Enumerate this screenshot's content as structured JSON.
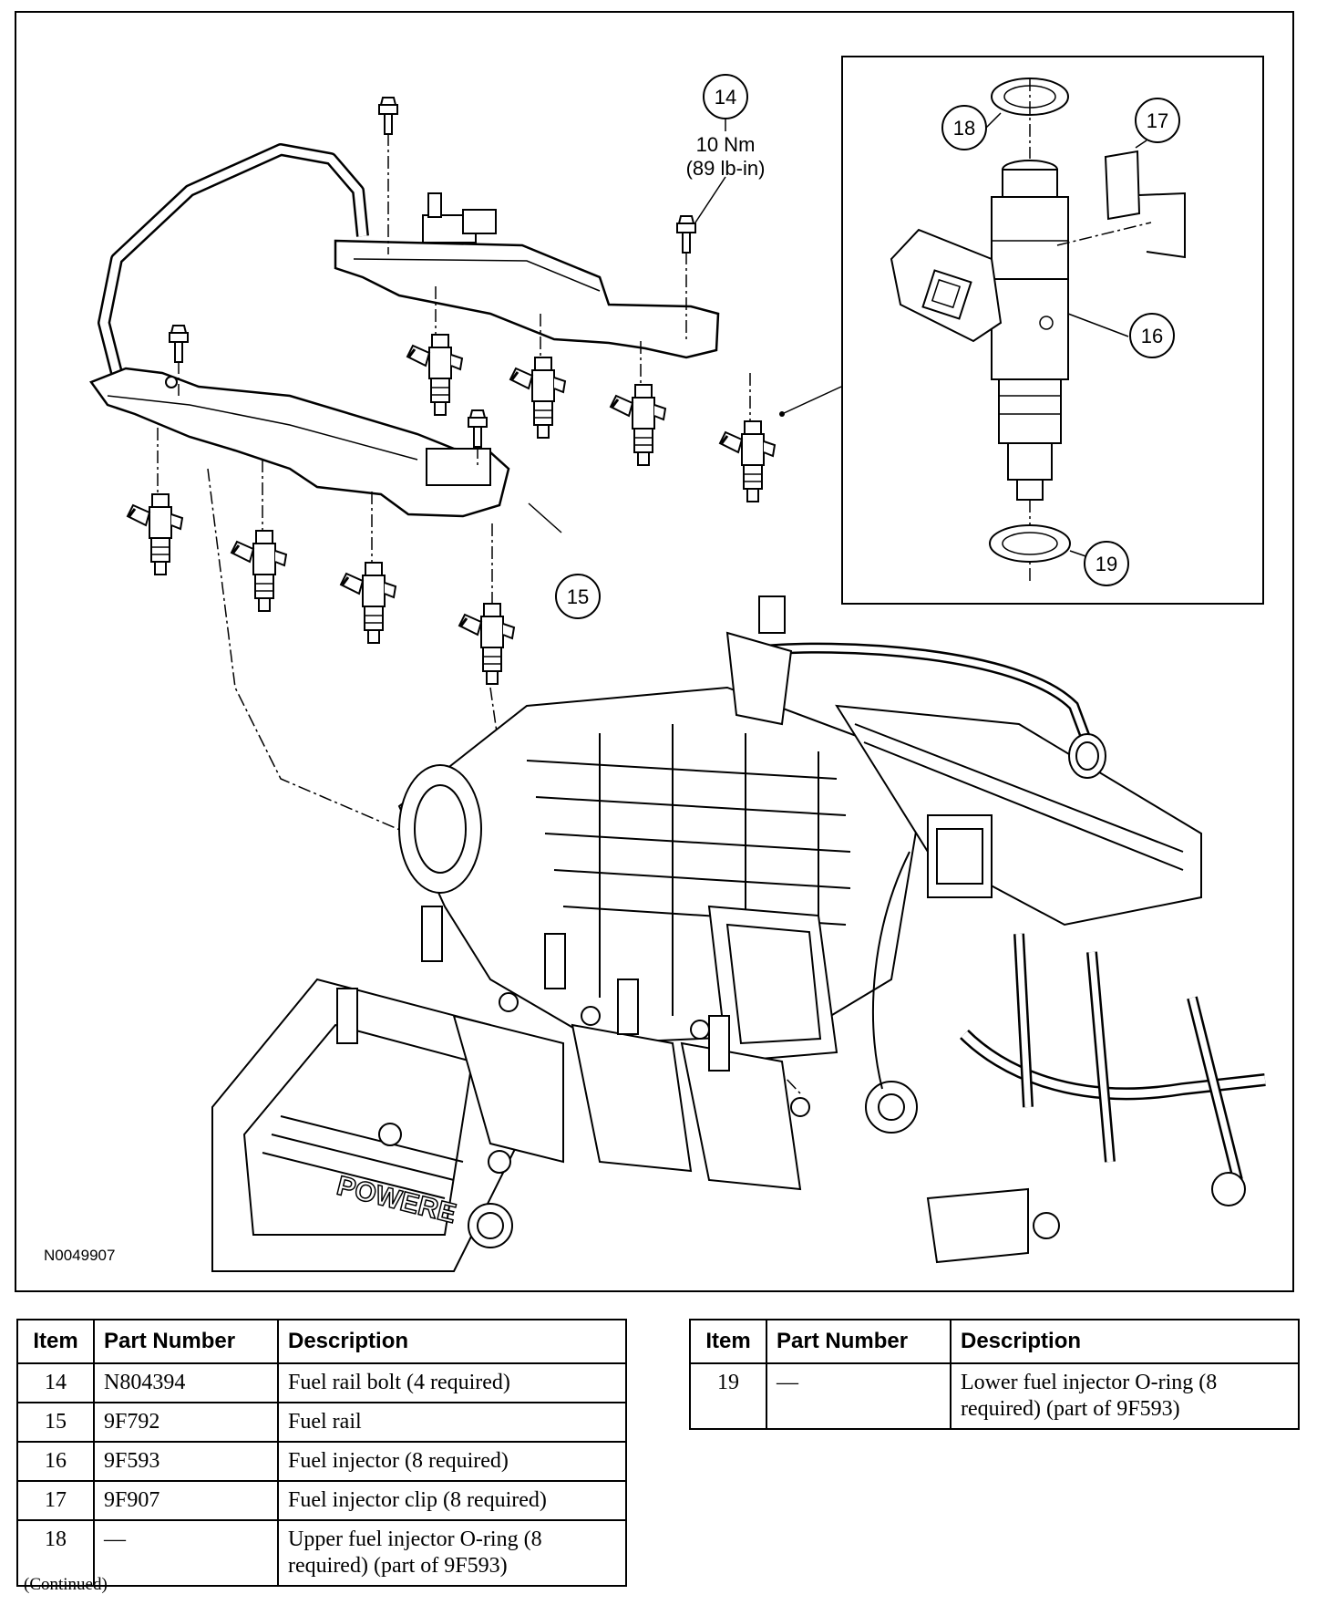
{
  "figure": {
    "id": "N0049907",
    "callouts": [
      {
        "num": "14",
        "torque_nm": "10 Nm",
        "torque_lbin": "(89 lb-in)"
      },
      {
        "num": "15"
      },
      {
        "num": "16"
      },
      {
        "num": "17"
      },
      {
        "num": "18"
      },
      {
        "num": "19"
      }
    ],
    "engine_text": "POWERE"
  },
  "tables": {
    "headers": {
      "item": "Item",
      "part_number": "Part Number",
      "description": "Description"
    },
    "left": [
      {
        "item": "14",
        "part_number": "N804394",
        "description": "Fuel rail bolt (4 required)"
      },
      {
        "item": "15",
        "part_number": "9F792",
        "description": "Fuel rail"
      },
      {
        "item": "16",
        "part_number": "9F593",
        "description": "Fuel injector (8 required)"
      },
      {
        "item": "17",
        "part_number": "9F907",
        "description": "Fuel injector clip (8 required)"
      },
      {
        "item": "18",
        "part_number": "—",
        "description": "Upper fuel injector O-ring (8 required) (part of 9F593)"
      }
    ],
    "right": [
      {
        "item": "19",
        "part_number": "—",
        "description": "Lower fuel injector O-ring (8 required) (part of 9F593)"
      }
    ]
  },
  "footer": {
    "continued": "(Continued)"
  }
}
